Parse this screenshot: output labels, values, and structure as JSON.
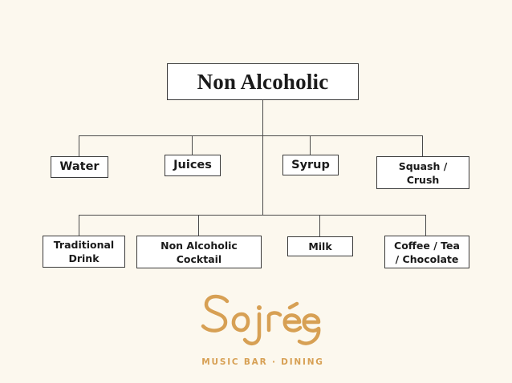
{
  "diagram": {
    "root": {
      "label": "Non Alcoholic"
    },
    "level_1": [
      {
        "label": "Water"
      },
      {
        "label": "Juices"
      },
      {
        "label": "Syrup"
      },
      {
        "label": "Squash /\nCrush"
      }
    ],
    "level_2": [
      {
        "label": "Traditional\nDrink"
      },
      {
        "label": "Non Alcoholic\nCocktail"
      },
      {
        "label": "Milk"
      },
      {
        "label": "Coffee / Tea\n/ Chocolate"
      }
    ]
  },
  "brand": {
    "name": "Soirée",
    "tagline": "MUSIC BAR · DINING",
    "color": "#d7a054"
  },
  "colors": {
    "background": "#fcf8ee",
    "box_fill": "#ffffff",
    "line": "#3a3a3a",
    "text": "#1a1a1a"
  }
}
